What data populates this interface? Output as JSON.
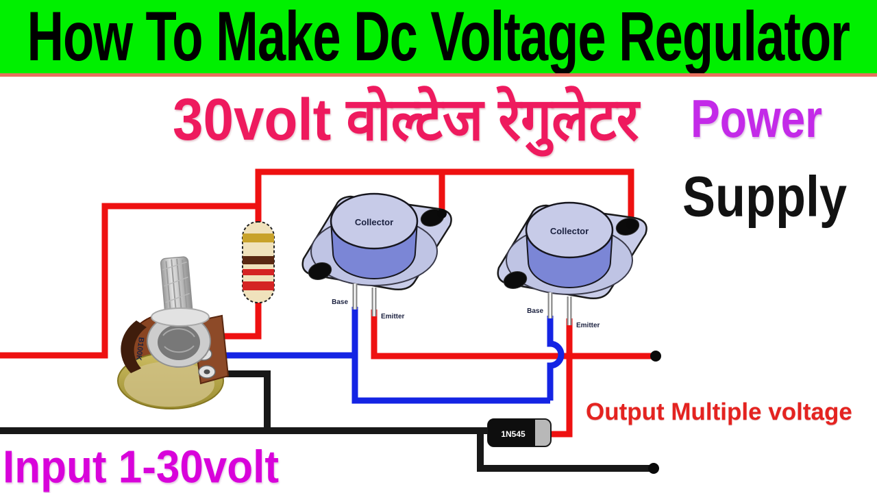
{
  "header": {
    "title": "How To Make Dc Voltage Regulator"
  },
  "subtitle": {
    "left": "30volt वोल्टेज रेगुलेटर",
    "power": "Power",
    "supply": "Supply"
  },
  "labels": {
    "input": "Input 1-30volt",
    "output": "Output Multiple voltage"
  },
  "circuit": {
    "transistors": [
      {
        "collector": "Collector",
        "base": "Base",
        "emitter": "Emitter"
      },
      {
        "collector": "Collector",
        "base": "Base",
        "emitter": "Emitter"
      }
    ],
    "diode": {
      "label": "1N545"
    },
    "potentiometer": {
      "label": "B100K"
    },
    "resistor_bands": [
      "gold",
      "brown",
      "red",
      "red"
    ]
  },
  "colors": {
    "header_bg": "#00f000",
    "header_text": "#000000",
    "divider": "#e8705f",
    "subtitle_pink": "#ee1a5e",
    "power_purple": "#c32ae8",
    "supply_black": "#121212",
    "input_magenta": "#d803da",
    "output_red": "#e42320",
    "wire_red": "#ee1111",
    "wire_blue": "#1424e4",
    "wire_black": "#181818"
  }
}
